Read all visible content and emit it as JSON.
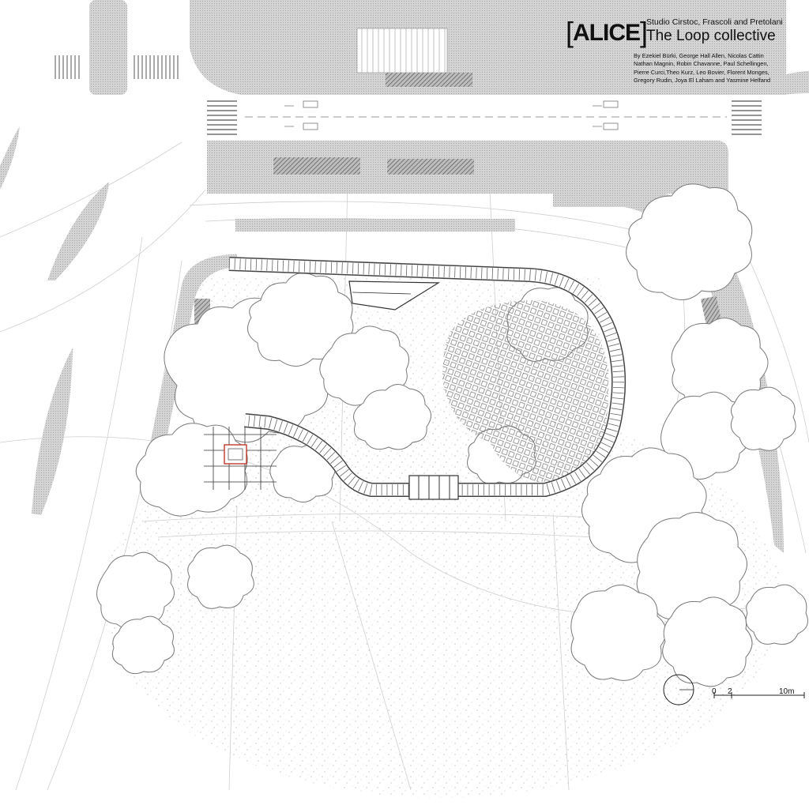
{
  "header": {
    "logo_text": "ALICE",
    "studio": "Studio Cirstoc, Frascoli and Pretolani",
    "project_title": "The Loop collective",
    "authors": [
      "By Ezekiel Bürki, George Hall Allen, Nicolas Cattin",
      "Nathan Magnin, Robin Chavanne, Paul Schellingen,",
      "Pierre Curci,Theo Kurz, Leo Bovier, Florent Monges,",
      "Gregory Rudin, Joya El Laham and Yasmine Helfand"
    ]
  },
  "scale_bar": {
    "label_zero": "0",
    "label_two": "2",
    "label_ten": "10m"
  },
  "colors": {
    "paved_grey": "#cdcdcd",
    "line": "#555555",
    "tree_outline": "#7a7a7a",
    "accent_red": "#c0392b"
  }
}
